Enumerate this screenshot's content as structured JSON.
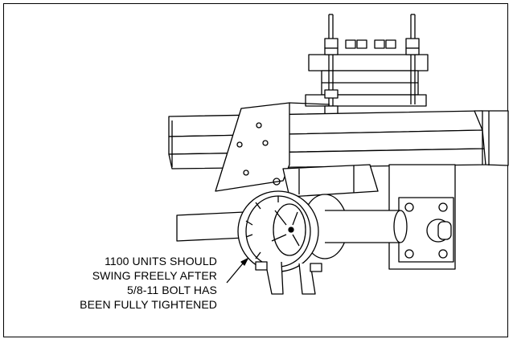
{
  "callout": {
    "lines": [
      "1100 UNITS SHOULD",
      "SWING FREELY AFTER",
      "5/8-11 BOLT HAS",
      "BEEN FULLY TIGHTENED"
    ]
  }
}
